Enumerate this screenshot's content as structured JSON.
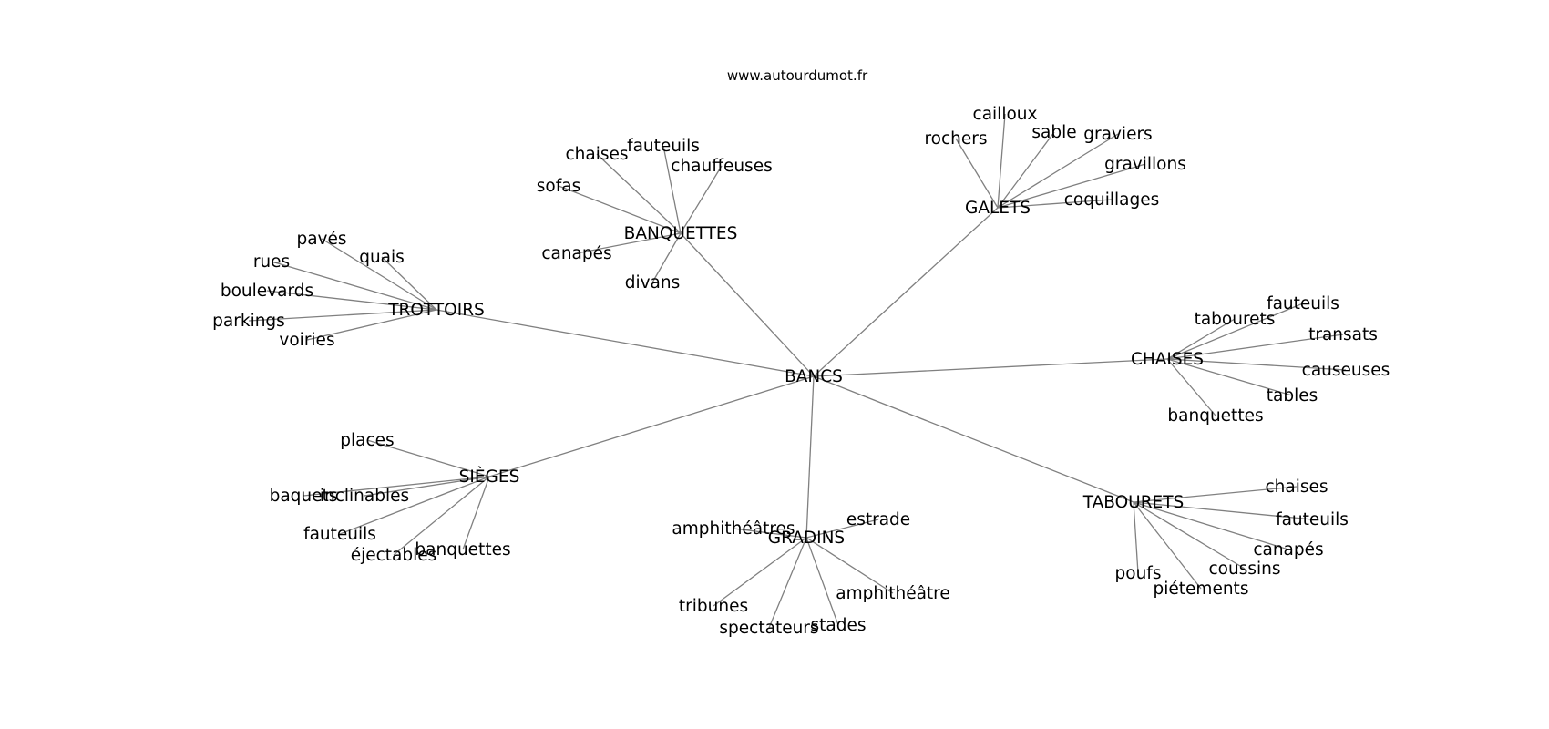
{
  "diagram": {
    "source": "www.autourdumot.fr",
    "root": "BANCS",
    "groups": [
      {
        "label": "BANQUETTES",
        "leaves": [
          "chaises",
          "fauteuils",
          "chauffeuses",
          "sofas",
          "canapés",
          "divans"
        ]
      },
      {
        "label": "GALETS",
        "leaves": [
          "cailloux",
          "rochers",
          "sable",
          "graviers",
          "gravillons",
          "coquillages"
        ]
      },
      {
        "label": "TROTTOIRS",
        "leaves": [
          "pavés",
          "quais",
          "rues",
          "boulevards",
          "parkings",
          "voiries"
        ]
      },
      {
        "label": "CHAISES",
        "leaves": [
          "fauteuils",
          "tabourets",
          "transats",
          "causeuses",
          "tables",
          "banquettes"
        ]
      },
      {
        "label": "SIÈGES",
        "leaves": [
          "places",
          "baquets",
          "inclinables",
          "fauteuils",
          "éjectables",
          "banquettes"
        ]
      },
      {
        "label": "GRADINS",
        "leaves": [
          "estrade",
          "amphithéâtres",
          "tribunes",
          "spectateurs",
          "stades",
          "amphithéâtre"
        ]
      },
      {
        "label": "TABOURETS",
        "leaves": [
          "chaises",
          "fauteuils",
          "canapés",
          "coussins",
          "poufs",
          "piétements"
        ]
      }
    ]
  }
}
